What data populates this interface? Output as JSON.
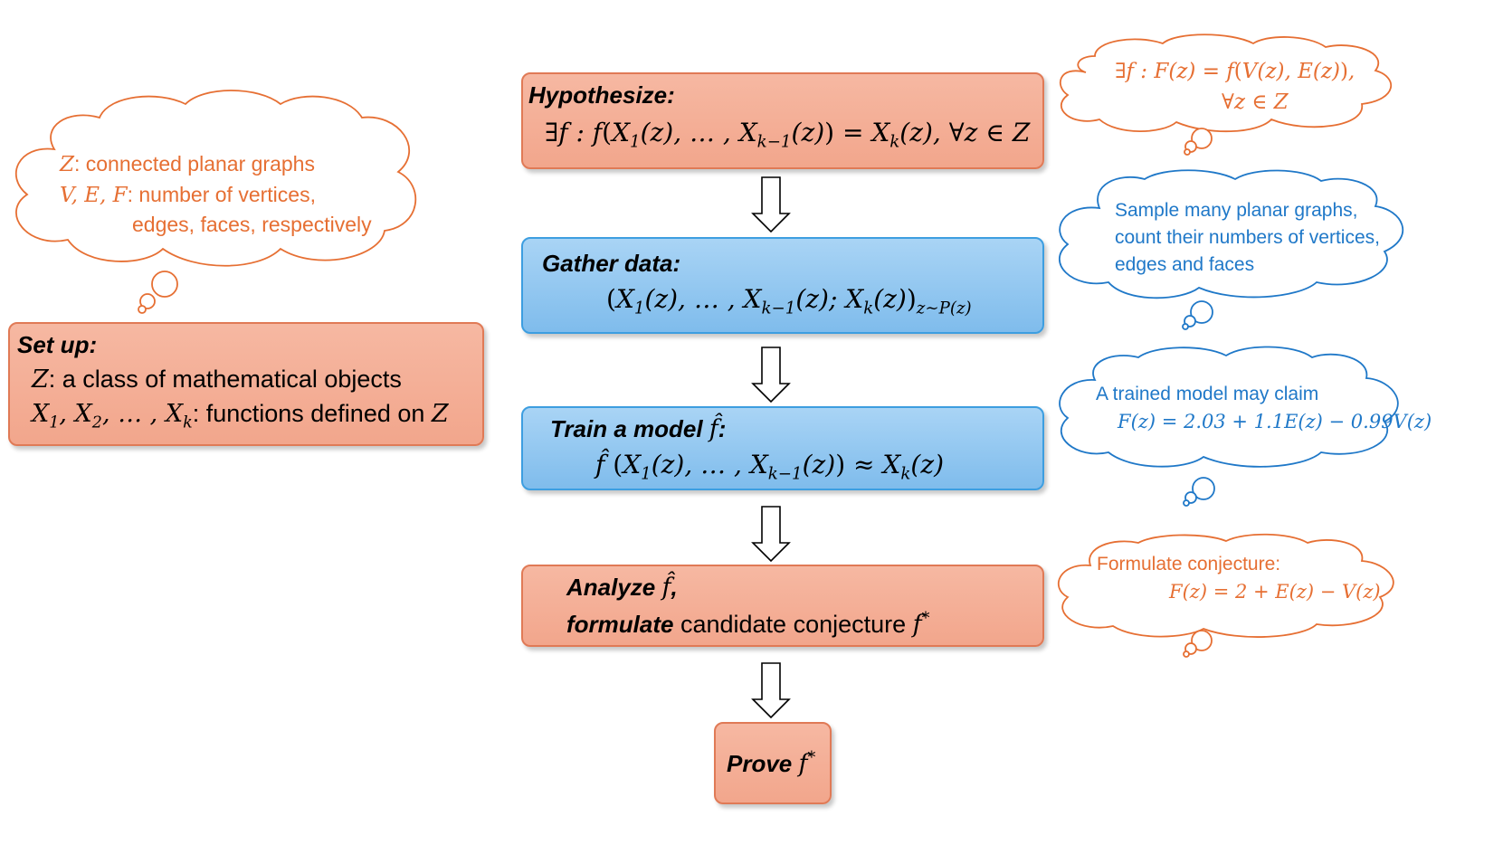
{
  "colors": {
    "orange_fill": "#f4ae95",
    "orange_border": "#e07a56",
    "blue_fill": "#92c8f0",
    "blue_border": "#3d9ee0",
    "cloud_orange": "#e66f33",
    "cloud_blue": "#1f78c8"
  },
  "setup": {
    "title": "Set up:",
    "line1_text": ": a class of mathematical objects",
    "line2_text": ": functions defined on "
  },
  "hypothesize": {
    "title": "Hypothesize:"
  },
  "gather": {
    "title": "Gather data:"
  },
  "train": {
    "title": "Train a model "
  },
  "analyze": {
    "word1": "Analyze ",
    "word2": "formulate",
    "rest": " candidate conjecture "
  },
  "prove": {
    "title": "Prove "
  },
  "cloud_left": {
    "line1": ": connected planar graphs",
    "line2": ": number of vertices,",
    "line3": "edges, faces, respectively"
  },
  "cloud_gather": {
    "line1": "Sample many planar graphs,",
    "line2": "count their numbers of vertices,",
    "line3": "edges and faces"
  },
  "cloud_train": {
    "line1": "A trained model may claim"
  },
  "cloud_analyze": {
    "line1": "Formulate conjecture:"
  }
}
